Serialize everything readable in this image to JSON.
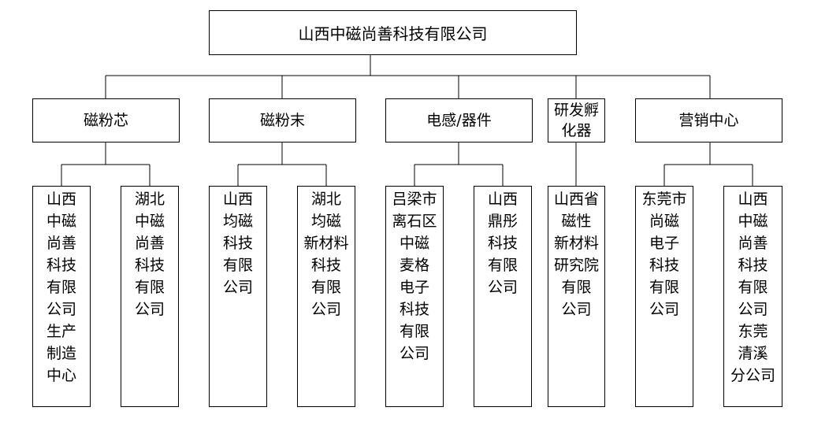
{
  "company": "山西中磁尚善科技有限公司",
  "departments": [
    {
      "name": "磁粉芯",
      "subs": [
        "山西中磁尚善科技有限公司生产制造中心",
        "湖北中磁尚善科技有限公司"
      ]
    },
    {
      "name": "磁粉末",
      "subs": [
        "山西均磁科技有限公司",
        "湖北均磁新材料科技有限公司"
      ]
    },
    {
      "name": "电感/器件",
      "subs": [
        "吕梁市离石区中磁麦格电子科技有限公司",
        "山西鼎彤科技有限公司"
      ]
    },
    {
      "name": "研发孵化器",
      "subs": [
        "山西省磁性新材料研究院有限公司"
      ]
    },
    {
      "name": "营销中心",
      "subs": [
        "东莞市尚磁电子科技有限公司",
        "山西中磁尚善科技有限公司东莞清溪分公司"
      ]
    }
  ]
}
